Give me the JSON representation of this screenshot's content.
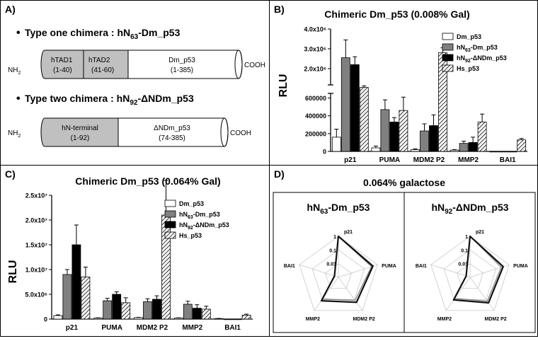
{
  "panel_labels": {
    "a": "A)",
    "b": "B)",
    "c": "C)",
    "d": "D)"
  },
  "panel_a": {
    "chimera1": {
      "title_prefix": "Type one chimera : hN",
      "title_sub": "63",
      "title_suffix": "-Dm_p53",
      "nh2": "NH",
      "nh2_sub": "2",
      "cooh": "COOH",
      "domains": [
        {
          "name": "hTAD1",
          "range": "(1-40)",
          "fill": "#c0c0c0"
        },
        {
          "name": "hTAD2",
          "range": "(41-60)",
          "fill": "#c0c0c0"
        },
        {
          "name": "Dm_p53",
          "range": "(1-385)",
          "fill": "#ffffff"
        }
      ]
    },
    "chimera2": {
      "title_prefix": "Type two chimera : hN",
      "title_sub": "92",
      "title_suffix": "-ΔNDm_p53",
      "nh2": "NH",
      "nh2_sub": "2",
      "cooh": "COOH",
      "domains": [
        {
          "name": "hN-terminal",
          "range": "(1-92)",
          "fill": "#c0c0c0"
        },
        {
          "name": "ΔNDm_p53",
          "range": "(74-385)",
          "fill": "#ffffff"
        }
      ]
    }
  },
  "legend": [
    {
      "pre": "Dm_p53",
      "sub": "",
      "post": "",
      "fill": "#ffffff",
      "pattern": "none"
    },
    {
      "pre": "hN",
      "sub": "63",
      "post": "-Dm_p53",
      "fill": "#808080",
      "pattern": "none"
    },
    {
      "pre": "hN",
      "sub": "92",
      "post": "-ΔNDm_p53",
      "fill": "#000000",
      "pattern": "none"
    },
    {
      "pre": "Hs_p53",
      "sub": "",
      "post": "",
      "fill": "#ffffff",
      "pattern": "hatch"
    }
  ],
  "chart_data": [
    {
      "type": "bar",
      "title": "Chimeric Dm_p53 (0.008% Gal)",
      "ylabel": "RLU",
      "categories": [
        "p21",
        "PUMA",
        "MDM2 P2",
        "MMP2",
        "BAI1"
      ],
      "axis": "broken",
      "lower_ylim": [
        0,
        700000
      ],
      "lower_ticks": [
        0,
        200000,
        400000,
        600000
      ],
      "lower_tick_labels": [
        "0",
        "200000",
        "400000",
        "600000"
      ],
      "upper_ylim": [
        1000000,
        4000000
      ],
      "upper_ticks": [
        2000000,
        3000000,
        4000000
      ],
      "upper_tick_labels": [
        "2.0x10⁶",
        "3.0x10⁶",
        "4.0x10⁶"
      ],
      "series": [
        {
          "name": "Dm_p53",
          "values": [
            160000,
            40000,
            20000,
            15000,
            0
          ],
          "errors": [
            90000,
            20000,
            8000,
            5000,
            0
          ]
        },
        {
          "name": "hN63-Dm_p53",
          "values": [
            2550000,
            470000,
            230000,
            90000,
            0
          ],
          "errors": [
            900000,
            110000,
            80000,
            25000,
            0
          ]
        },
        {
          "name": "hN92-ΔNDm_p53",
          "values": [
            2200000,
            330000,
            290000,
            100000,
            0
          ],
          "errors": [
            400000,
            50000,
            120000,
            60000,
            0
          ]
        },
        {
          "name": "Hs_p53",
          "values": [
            1050000,
            460000,
            2800000,
            330000,
            130000
          ],
          "errors": [
            80000,
            150000,
            250000,
            90000,
            15000
          ]
        }
      ]
    },
    {
      "type": "bar",
      "title": "Chimeric Dm_p53 (0.064% Gal)",
      "ylabel": "RLU",
      "categories": [
        "p21",
        "PUMA",
        "MDM2 P2",
        "MMP2",
        "BAI1"
      ],
      "ylim": [
        0,
        25000000
      ],
      "ticks": [
        0,
        5000000,
        10000000,
        15000000,
        20000000,
        25000000
      ],
      "tick_labels": [
        "0",
        "5.0x10⁶",
        "1.0x10⁷",
        "1.5x10⁷",
        "2.0x10⁷",
        "2.5x10⁷"
      ],
      "series": [
        {
          "name": "Dm_p53",
          "values": [
            700000,
            200000,
            300000,
            200000,
            100000
          ],
          "errors": [
            150000,
            50000,
            50000,
            50000,
            30000
          ]
        },
        {
          "name": "hN63-Dm_p53",
          "values": [
            9000000,
            3700000,
            3500000,
            3000000,
            0
          ],
          "errors": [
            1000000,
            500000,
            600000,
            600000,
            0
          ]
        },
        {
          "name": "hN92-ΔNDm_p53",
          "values": [
            15000000,
            5000000,
            4000000,
            2200000,
            0
          ],
          "errors": [
            4000000,
            500000,
            700000,
            700000,
            0
          ]
        },
        {
          "name": "Hs_p53",
          "values": [
            8500000,
            3300000,
            21000000,
            2000000,
            800000
          ],
          "errors": [
            2000000,
            1000000,
            7000000,
            600000,
            200000
          ]
        }
      ]
    },
    {
      "type": "radar",
      "title": "0.064% galactose",
      "axes": [
        "p21",
        "PUMA",
        "MDM2 P2",
        "MMP2",
        "BAI1"
      ],
      "scale": "log",
      "rings": [
        1,
        0.1,
        0.01
      ],
      "ring_labels": [
        "1",
        "0.1",
        "0.01"
      ],
      "charts": [
        {
          "title_pre": "hN",
          "title_sub": "63",
          "title_post": "-Dm_p53",
          "series": [
            {
              "name": "outer",
              "values": [
                1.0,
                0.45,
                0.18,
                0.13,
                0.002
              ],
              "color": "#111111",
              "width": 2.2
            },
            {
              "name": "inner",
              "values": [
                1.0,
                0.35,
                0.12,
                0.09,
                0.002
              ],
              "color": "#777777",
              "width": 1.2
            }
          ]
        },
        {
          "title_pre": "hN",
          "title_sub": "92",
          "title_post": "-ΔNDm_p53",
          "series": [
            {
              "name": "outer",
              "values": [
                1.0,
                0.35,
                0.2,
                0.11,
                0.002
              ],
              "color": "#111111",
              "width": 2.2
            },
            {
              "name": "inner",
              "values": [
                1.0,
                0.25,
                0.14,
                0.08,
                0.002
              ],
              "color": "#777777",
              "width": 1.2
            }
          ]
        }
      ]
    }
  ]
}
